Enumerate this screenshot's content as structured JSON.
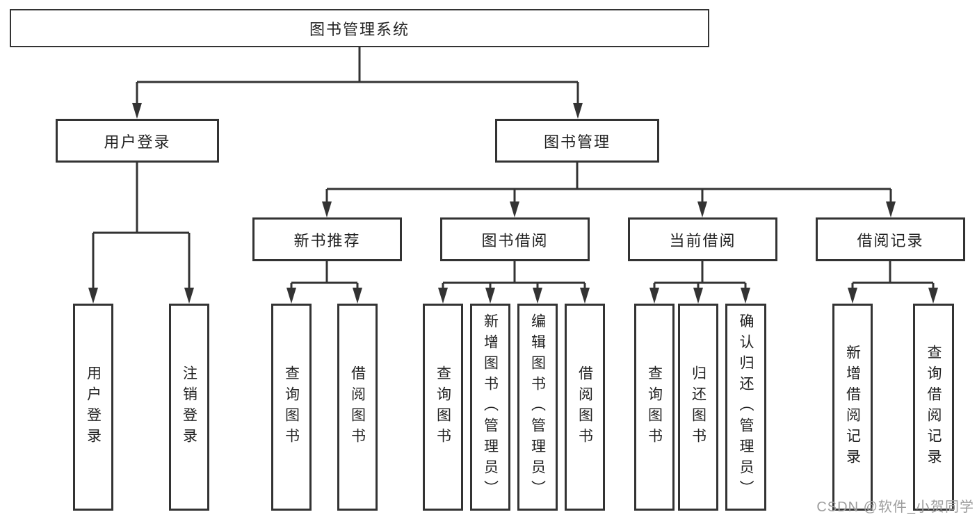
{
  "diagram": {
    "title": "图书管理系统",
    "watermark": "CSDN @软件_小贺同学",
    "colors": {
      "line": "#333333",
      "box_border": "#333333",
      "text": "#222222",
      "watermark": "#9c9c9c",
      "background": "#ffffff"
    },
    "nodes": {
      "root": "图书管理系统",
      "user_login": "用户登录",
      "book_mgmt": "图书管理",
      "new_book_rec": "新书推荐",
      "book_borrow": "图书借阅",
      "current_borrow": "当前借阅",
      "borrow_record": "借阅记录",
      "leaf_login": "用户登录",
      "leaf_logout": "注销登录",
      "rec_query_books": "查询图书",
      "rec_borrow_books": "借阅图书",
      "bb_query_books": "查询图书",
      "bb_add_books": "新增图书（管理员）",
      "bb_edit_books": "编辑图书（管理员）",
      "bb_borrow_books": "借阅图书",
      "cb_query_books": "查询图书",
      "cb_return_books": "归还图书",
      "cb_confirm_return": "确认归还（管理员）",
      "br_add_record": "新增借阅记录",
      "br_query_record": "查询借阅记录"
    },
    "hierarchy": [
      {
        "parent": "图书管理系统",
        "children": [
          "用户登录",
          "图书管理"
        ]
      },
      {
        "parent": "用户登录",
        "children": [
          "用户登录",
          "注销登录"
        ]
      },
      {
        "parent": "图书管理",
        "children": [
          "新书推荐",
          "图书借阅",
          "当前借阅",
          "借阅记录"
        ]
      },
      {
        "parent": "新书推荐",
        "children": [
          "查询图书",
          "借阅图书"
        ]
      },
      {
        "parent": "图书借阅",
        "children": [
          "查询图书",
          "新增图书（管理员）",
          "编辑图书（管理员）",
          "借阅图书"
        ]
      },
      {
        "parent": "当前借阅",
        "children": [
          "查询图书",
          "归还图书",
          "确认归还（管理员）"
        ]
      },
      {
        "parent": "借阅记录",
        "children": [
          "新增借阅记录",
          "查询借阅记录"
        ]
      }
    ]
  }
}
